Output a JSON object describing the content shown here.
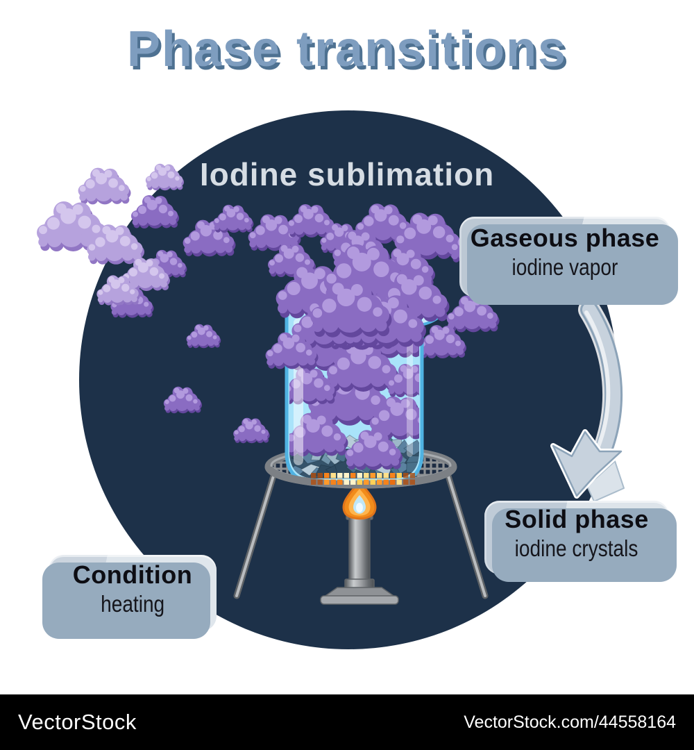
{
  "title": {
    "text": "Phase transitions",
    "color": "#7e9dbf",
    "shadow_color": "#4e7191"
  },
  "scene": {
    "heading": "Iodine sublimation",
    "heading_color": "#d6dde4",
    "circle_color": "#1d3149"
  },
  "labels": {
    "gaseous": {
      "title": "Gaseous phase",
      "subtitle": "iodine vapor"
    },
    "solid": {
      "title": "Solid phase",
      "subtitle": "iodine crystals"
    },
    "condition": {
      "title": "Condition",
      "subtitle": "heating"
    }
  },
  "watermark": {
    "left": "VectorStock",
    "right": "VectorStock.com/44558164",
    "bar_color": "#000000",
    "text_color": "#ffffff"
  },
  "colors": {
    "label_shadow": "#96abbe",
    "vapor_base": "#8a6cc2",
    "vapor_dark": "#63479d",
    "vapor_light": "#b29ade",
    "vapor_out_base": "#b6a2dd",
    "vapor_out_dark": "#9176c4",
    "vapor_out_light": "#d4c6ed",
    "beaker_glass": "#a9e3fa",
    "beaker_stroke": "#4fb2e2",
    "crystal_palette": [
      "#9db8c9",
      "#7195ac",
      "#49708a",
      "#2e4a60",
      "#b7ccd9",
      "#5b82a0"
    ],
    "crystal_bed": "#35536a",
    "flame_orange": "#f28c1b",
    "flame_mid": "#ffb54e",
    "flame_blue": "#bfe7f8",
    "flame_core": "#eef9ff",
    "glow_palette": [
      "#f5831c",
      "#ffd057",
      "#fff3c9",
      "#ff9a2b",
      "#e96f12",
      "#ffe08a"
    ],
    "arrow_fill": "#c7d2dd",
    "arrow_edge": "#8ca3b8",
    "arrow_highlight": "#eef2f5",
    "metal_dark": "#5f6367",
    "metal_light": "#b9bcbf",
    "mesh_rim": "#7c8085",
    "mesh_web": "#8e9194",
    "mesh_hole": "#1d2c42"
  }
}
